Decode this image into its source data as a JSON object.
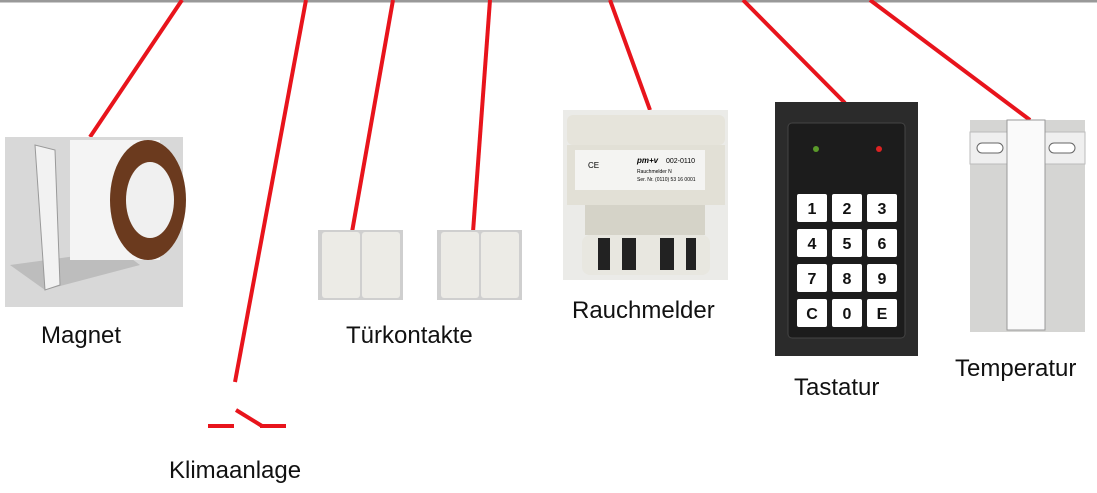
{
  "labels": {
    "magnet": "Magnet",
    "klima": "Klimaanlage",
    "tuer": "Türkontakte",
    "rauch": "Rauchmelder",
    "tastatur": "Tastatur",
    "temperatur": "Temperatur"
  },
  "smoke_detector": {
    "brand": "pm+v",
    "model": "002-0110",
    "name": "Rauchmelder N",
    "serial": "Ser. Nr. (0110) 53 16 0001",
    "ce": "CE"
  },
  "keypad": {
    "keys": [
      "1",
      "2",
      "3",
      "4",
      "5",
      "6",
      "7",
      "8",
      "9",
      "C",
      "0",
      "E"
    ]
  },
  "colors": {
    "wire": "#e8141c",
    "bus": "#999999"
  }
}
